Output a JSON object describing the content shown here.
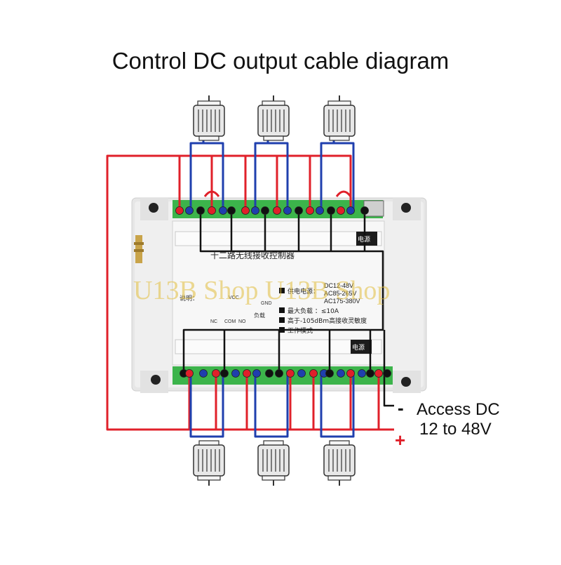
{
  "title": "Control DC output cable diagram",
  "power": {
    "line1": "Access DC",
    "line2": "12 to 48V",
    "plus": "+",
    "minus": "-"
  },
  "watermark": "U13B Shop U13B Shop",
  "panel": {
    "heading": "十二路无线接收控制器",
    "spec_power_label": "供电电源：",
    "spec_power_values": [
      "DC12-48V",
      "AC85-265V",
      "AC175-380V"
    ],
    "spec_load": "最大负载 ：≤10A",
    "spec_sensitivity": "高于-105dBm高接收灵敏度",
    "spec_mode": "工作模式",
    "desc_label": "说明：",
    "top_terminal_tag": "电源",
    "bottom_terminal_tag": "电源",
    "labels": {
      "vcc": "VCC",
      "gnd": "GND",
      "nc": "NC",
      "com": "COM",
      "no": "NO",
      "load": "负载"
    }
  },
  "colors": {
    "red_wire": "#e0202a",
    "blue_wire": "#1f3fae",
    "black_wire": "#111111",
    "terminal_green": "#3cb44b",
    "case": "#e9e9e9"
  },
  "icons": {
    "motor": "motor-icon",
    "antenna": "antenna-icon",
    "terminal_screw": "terminal-screw-icon",
    "mount_hole": "mount-hole-icon"
  }
}
